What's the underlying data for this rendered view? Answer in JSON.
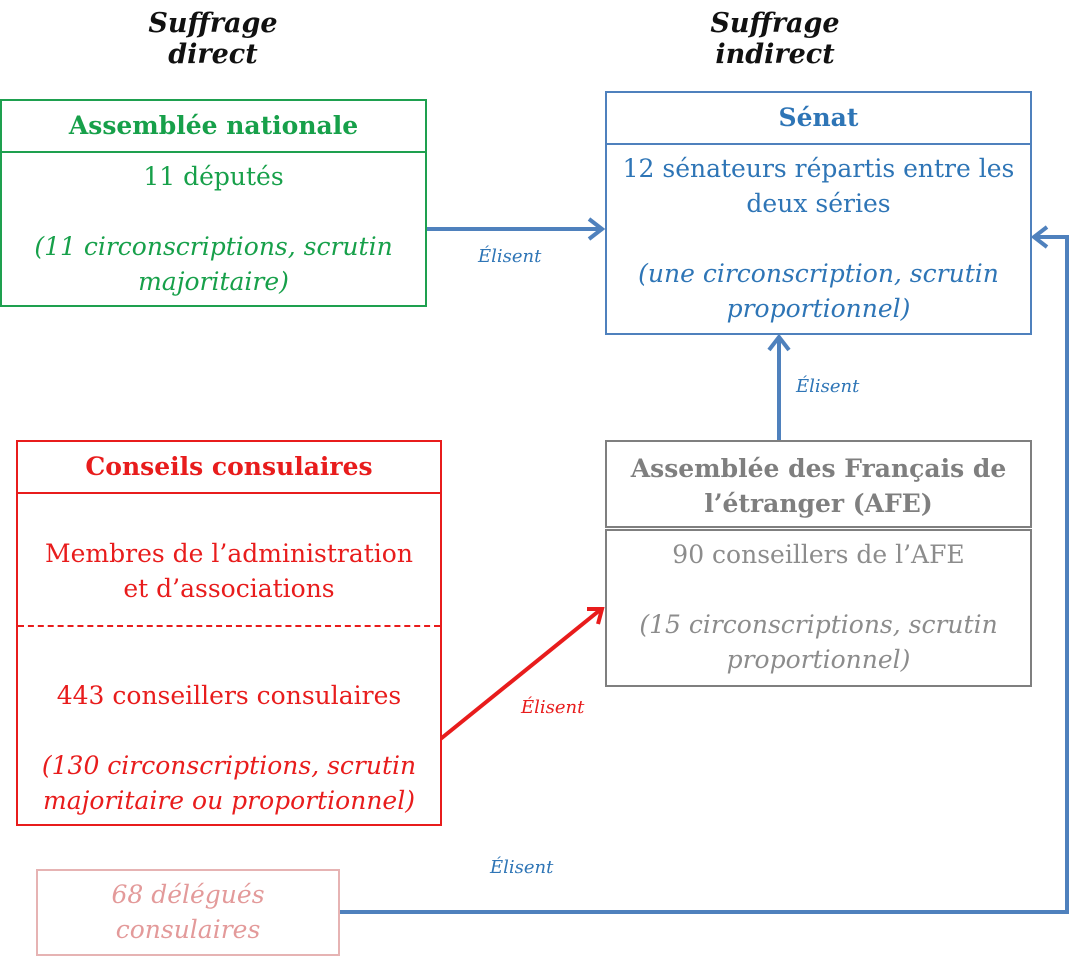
{
  "headers": {
    "direct": "Suffrage direct",
    "indirect": "Suffrage indirect"
  },
  "assemblee_nationale": {
    "title": "Assemblée nationale",
    "count": "11 députés",
    "detail_line1": "(11 circonscriptions, scrutin",
    "detail_line2": "majoritaire)"
  },
  "senat": {
    "title": "Sénat",
    "count_line1": "12 sénateurs répartis entre les",
    "count_line2": "deux séries",
    "detail_line1": "(une circonscription, scrutin",
    "detail_line2": "proportionnel)"
  },
  "afe": {
    "title_line1": "Assemblée des Français de",
    "title_line2": "l’étranger (AFE)",
    "count": "90 conseillers de l’AFE",
    "detail_line1": "(15 circonscriptions, scrutin",
    "detail_line2": "proportionnel)"
  },
  "conseils_consulaires": {
    "title": "Conseils consulaires",
    "members_line1": "Membres de l’administration",
    "members_line2": "et d’associations",
    "count": "443 conseillers consulaires",
    "detail_line1": "(130 circonscriptions, scrutin",
    "detail_line2": "majoritaire ou proportionnel)"
  },
  "delegues": {
    "line1": "68 délégués",
    "line2": "consulaires"
  },
  "arrow_labels": {
    "an_to_senat": "Élisent",
    "afe_to_senat": "Élisent",
    "cc_to_afe": "Élisent",
    "delegues_to_senat": "Élisent"
  },
  "colors": {
    "green": "#1ea04f",
    "blue": "#4f81bd",
    "grey": "#7f7f7f",
    "red": "#e81c1c",
    "pink": "#e6b3b3"
  }
}
